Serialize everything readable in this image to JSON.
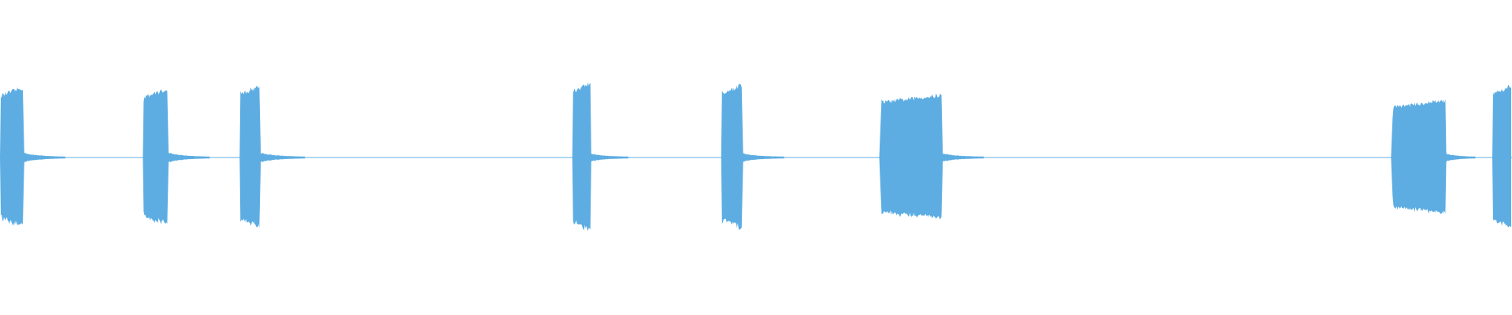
{
  "waveform": {
    "color": "#5dade2",
    "background": "#ffffff",
    "centerline_color": "#7fbfe8",
    "amplitude_scale": [
      -1,
      1
    ],
    "duration_fraction_scale": [
      0,
      1
    ],
    "bursts": [
      {
        "start": 0.0,
        "end": 0.0155,
        "amplitude": 0.92,
        "tail": 0.028,
        "tail_amp": 0.06
      },
      {
        "start": 0.0945,
        "end": 0.111,
        "amplitude": 0.9,
        "tail": 0.028,
        "tail_amp": 0.06
      },
      {
        "start": 0.1585,
        "end": 0.172,
        "amplitude": 0.94,
        "tail": 0.03,
        "tail_amp": 0.06
      },
      {
        "start": 0.3785,
        "end": 0.3905,
        "amplitude": 0.98,
        "tail": 0.025,
        "tail_amp": 0.05
      },
      {
        "start": 0.477,
        "end": 0.491,
        "amplitude": 0.95,
        "tail": 0.028,
        "tail_amp": 0.05
      },
      {
        "start": 0.5815,
        "end": 0.623,
        "amplitude": 0.82,
        "tail": 0.028,
        "tail_amp": 0.05
      },
      {
        "start": 0.92,
        "end": 0.956,
        "amplitude": 0.75,
        "tail": 0.02,
        "tail_amp": 0.05
      },
      {
        "start": 0.987,
        "end": 1.0,
        "amplitude": 0.95,
        "tail": 0.0,
        "tail_amp": 0.0
      }
    ]
  }
}
